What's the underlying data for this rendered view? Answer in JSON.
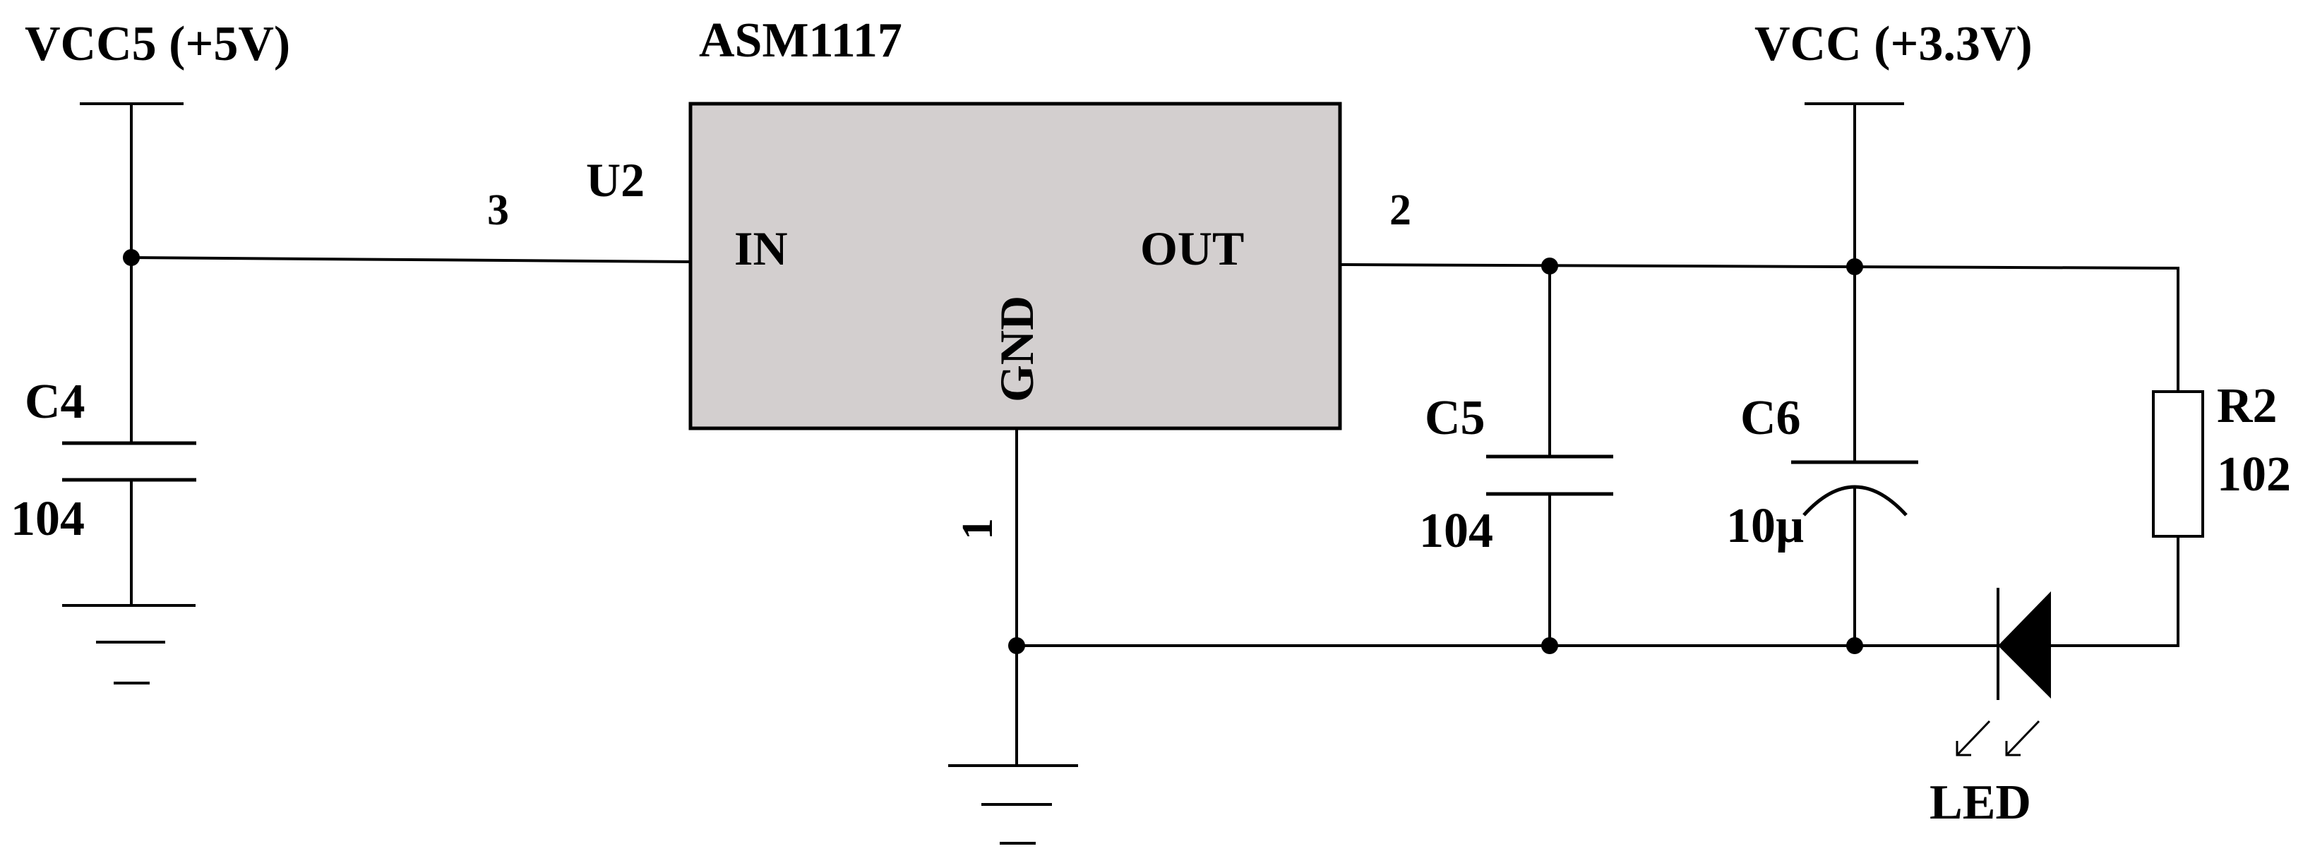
{
  "rails": {
    "vin": "VCC5 (+5V)",
    "vout": "VCC (+3.3V)"
  },
  "regulator": {
    "part": "ASM1117",
    "ref": "U2",
    "in_label": "IN",
    "out_label": "OUT",
    "gnd_label": "GND",
    "pin_in": "3",
    "pin_out": "2",
    "pin_gnd": "1"
  },
  "components": {
    "c4": {
      "ref": "C4",
      "value": "104"
    },
    "c5": {
      "ref": "C5",
      "value": "104"
    },
    "c6": {
      "ref": "C6",
      "value": "10µ"
    },
    "r2": {
      "ref": "R2",
      "value": "102"
    },
    "led": {
      "ref": "LED"
    }
  },
  "colors": {
    "ic_fill": "#d3cfcf",
    "line": "#000000",
    "background": "#ffffff"
  }
}
